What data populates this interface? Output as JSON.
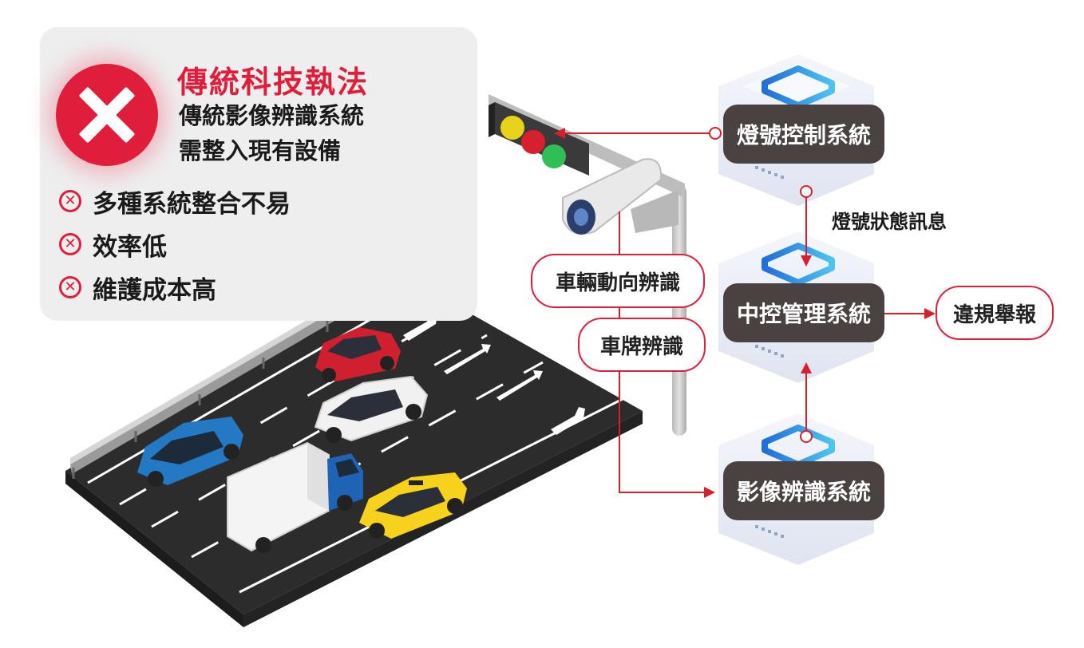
{
  "panel": {
    "title": "傳統科技執法",
    "subtitle_lines": [
      "傳統影像辨識系統",
      "需整入現有設備"
    ],
    "issues": [
      "多種系統整合不易",
      "效率低",
      "維護成本高"
    ]
  },
  "systems": {
    "signal_control": "燈號控制系統",
    "central_management": "中控管理系統",
    "image_recognition": "影像辨識系統"
  },
  "flow_label": "燈號狀態訊息",
  "report": "違規舉報",
  "camera_functions": {
    "direction": "車輛動向辨識",
    "plate": "車牌辨識"
  },
  "colors": {
    "accent_red": "#e01e3c",
    "dark_label": "#4a4141",
    "panel_bg": "#eeeeee",
    "road": "#2b2b2b",
    "server_accent": "#2c8fe0"
  },
  "vehicles": [
    "red-car",
    "white-car",
    "blue-car",
    "truck",
    "taxi"
  ]
}
